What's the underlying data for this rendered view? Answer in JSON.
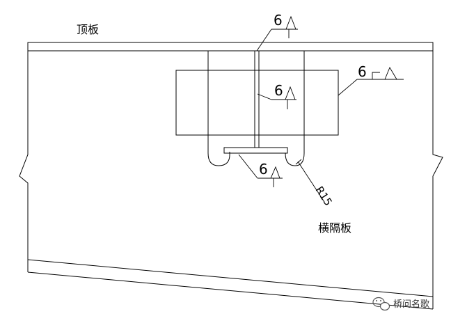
{
  "labels": {
    "top_plate": "顶板",
    "diaphragm": "横隔板",
    "radius": "R15"
  },
  "welds": [
    {
      "size": "6"
    },
    {
      "size": "6"
    },
    {
      "size": "6"
    },
    {
      "size": "6"
    }
  ],
  "watermark": {
    "text": "桥问名歌",
    "icon": "wechat-icon"
  }
}
